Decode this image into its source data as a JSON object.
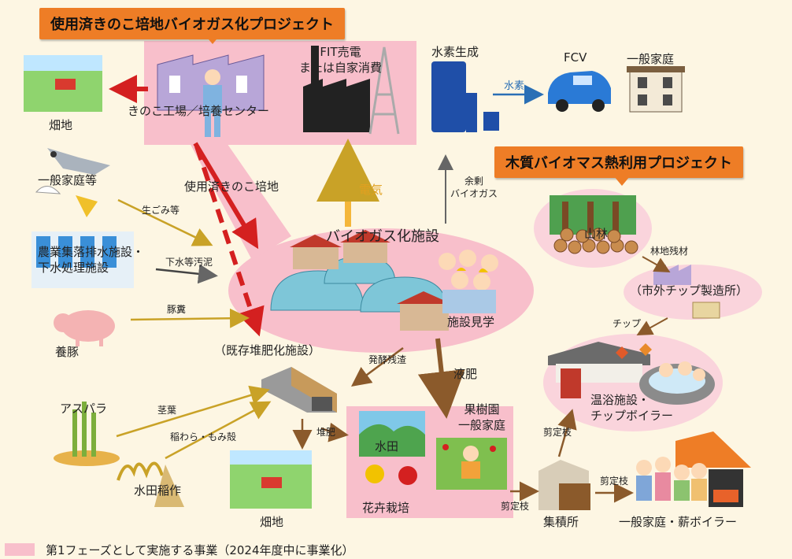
{
  "colors": {
    "pink": "#f8bfcb",
    "orange": "#ee7d26",
    "background": "#fdf6e3",
    "arrow_gold": "#c9a227",
    "arrow_brown": "#8b5a2b",
    "arrow_red": "#d42020",
    "electric": "#f4b63a",
    "hydrogen_blue": "#2a6fb5"
  },
  "banners": {
    "mushroom_project": "使用済きのこ培地バイオガス化プロジェクト",
    "wood_project": "木質バイオマス熱利用プロジェクト"
  },
  "nodes": {
    "field_top": "畑地",
    "mushroom_factory": "きのこ工場／培養センター",
    "fit": "FIT売電\nまたは自家消費",
    "hydrogen": "水素生成",
    "fcv": "FCV",
    "household_top": "一般家庭",
    "households_waste": "一般家庭等",
    "sewage": "農業集落排水施設・\n下水処理施設",
    "pig": "養豚",
    "biogas": "バイオガス化施設",
    "tour": "施設見学",
    "compost": "（既存堆肥化施設）",
    "forest": "山林",
    "chip_factory": "（市外チップ製造所）",
    "onsen": "温浴施設・\nチップボイラー",
    "asparagus": "アスパラ",
    "rice": "水田稲作",
    "field_bottom": "畑地",
    "paddy": "水田",
    "flower": "花卉栽培",
    "orchard": "果樹園\n一般家庭",
    "collection": "集積所",
    "household_boiler": "一般家庭・薪ボイラー"
  },
  "arrows": {
    "used_medium": "使用済きのこ培地",
    "hydrogen": "水素",
    "surplus": "余剰\nバイオガス",
    "electricity": "電気",
    "kitchen": "生ごみ等",
    "sludge": "下水等汚泥",
    "manure": "豚糞",
    "residue": "発酵残渣",
    "liquid_fert": "液肥",
    "forest_residue": "林地残材",
    "chip": "チップ",
    "stems": "茎葉",
    "straw": "稲わら・もみ殻",
    "compost_out": "堆肥",
    "pruned1": "剪定枝",
    "pruned2": "剪定枝",
    "pruned3": "剪定枝"
  },
  "legend": {
    "text": "第1フェーズとして実施する事業（2024年度中に事業化）"
  }
}
